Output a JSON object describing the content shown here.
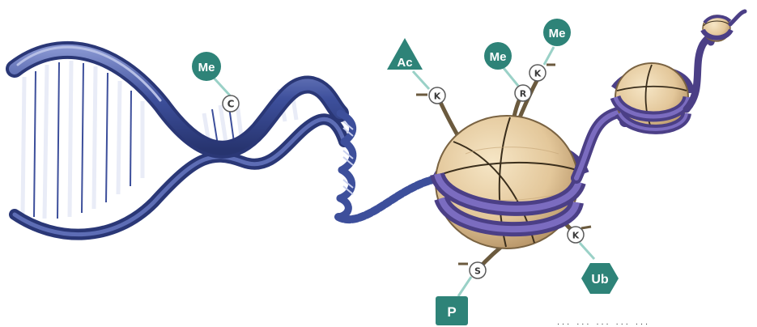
{
  "diagram": {
    "marks": {
      "dna_cytosine": {
        "residue": "C",
        "mark": "Me"
      },
      "acetyl_lysine": {
        "residue": "K",
        "mark": "Ac"
      },
      "methyl_arginine": {
        "residue": "R",
        "mark": "Me"
      },
      "methyl_lysine": {
        "residue": "K",
        "mark": "Me"
      },
      "phospho_serine": {
        "residue": "S",
        "mark": "P"
      },
      "ubiquityl_lysine": {
        "residue": "K",
        "mark": "Ub"
      }
    },
    "credit": "...    ...  ...  ...    ..."
  },
  "colors": {
    "dna": "#3d4f9b",
    "dna_dark": "#2a3776",
    "dna_light": "#7e8cc8",
    "chromatin": "#6b5aa8",
    "histone": "#e8cfa5",
    "histone_shade": "#b99868",
    "tag": "#2e8378",
    "tail": "#6b5a3e"
  }
}
